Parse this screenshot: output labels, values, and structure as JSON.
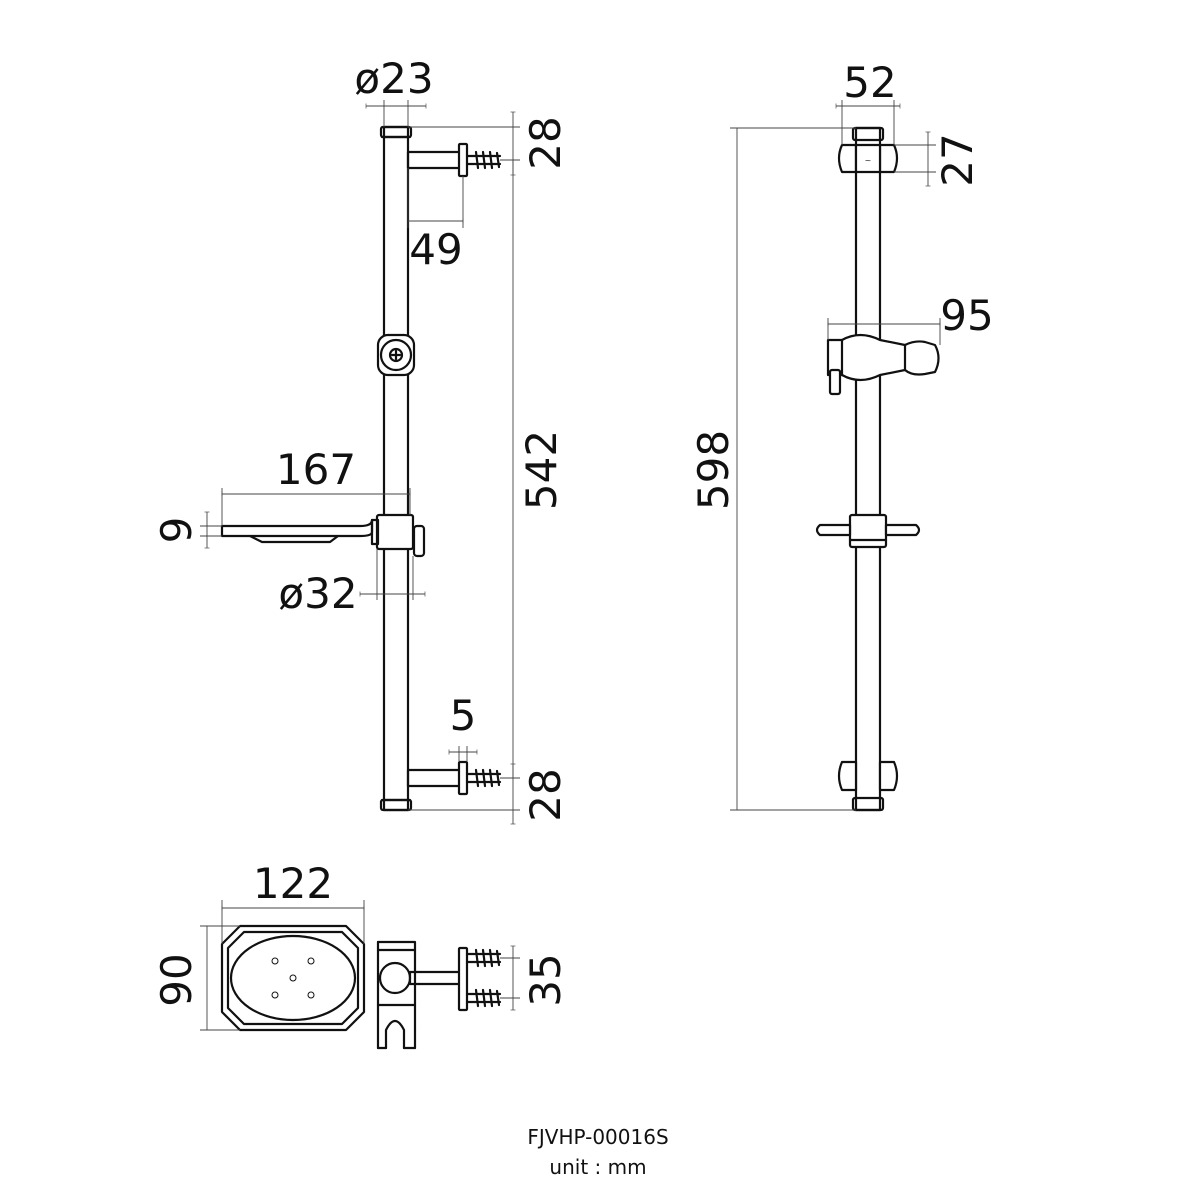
{
  "dimensions": {
    "front_bar_diameter": "ø23",
    "front_top_offset": "28",
    "front_bracket_depth": "49",
    "front_mount_spacing": "542",
    "front_dish_width": "167",
    "front_dish_thickness": "9",
    "front_clamp_diameter": "ø32",
    "front_flange_thickness": "5",
    "front_bottom_offset": "28",
    "side_cap_width": "52",
    "side_cap_height": "27",
    "side_holder_depth": "95",
    "side_total_length": "598",
    "top_dish_width": "122",
    "top_dish_depth": "90",
    "top_screw_spacing": "35"
  },
  "product": {
    "code": "FJVHP-00016S",
    "unit": "unit : mm"
  }
}
